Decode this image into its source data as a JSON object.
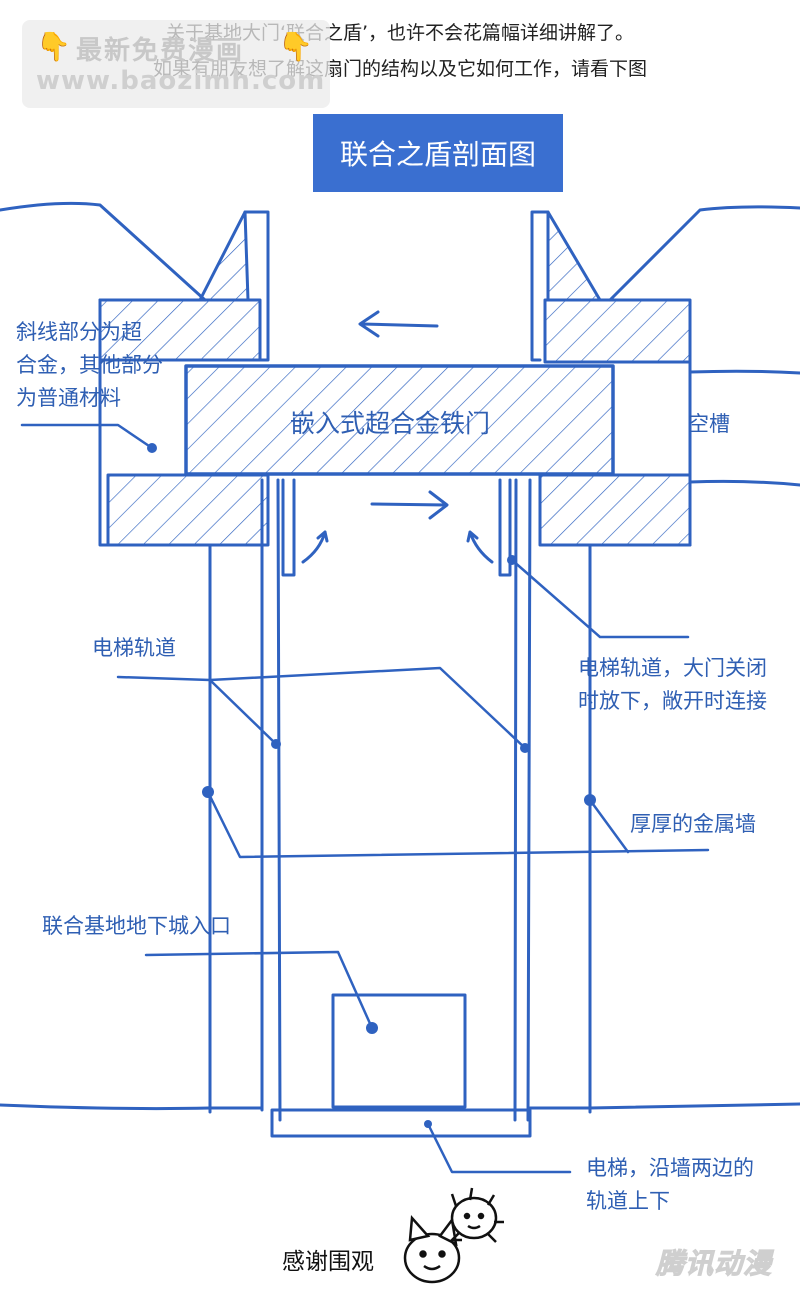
{
  "intro": {
    "line1": "关于基地大门‘联合之盾’，也许不会花篇幅详细讲解了。",
    "line2": "如果有朋友想了解这扇门的结构以及它如何工作，请看下图"
  },
  "watermark": {
    "line1": "最新免费漫画",
    "line2": "www.baozimh.com"
  },
  "title": "联合之盾剖面图",
  "labels": {
    "hatched_note": [
      "斜线部分为超",
      "合金，其他部分",
      "为普通材料"
    ],
    "door": "嵌入式超合金铁门",
    "slot": "空槽",
    "track_left": "电梯轨道",
    "track_right": [
      "电梯轨道，大门关闭",
      "时放下，敞开时连接"
    ],
    "wall": "厚厚的金属墙",
    "entrance": "联合基地地下城入口",
    "elevator": [
      "电梯，沿墙两边的",
      "轨道上下"
    ]
  },
  "thanks": "感谢围观",
  "logo": "腾讯动漫",
  "colors": {
    "ink": "#2f62c0",
    "title_bg": "#3a6fd0"
  }
}
